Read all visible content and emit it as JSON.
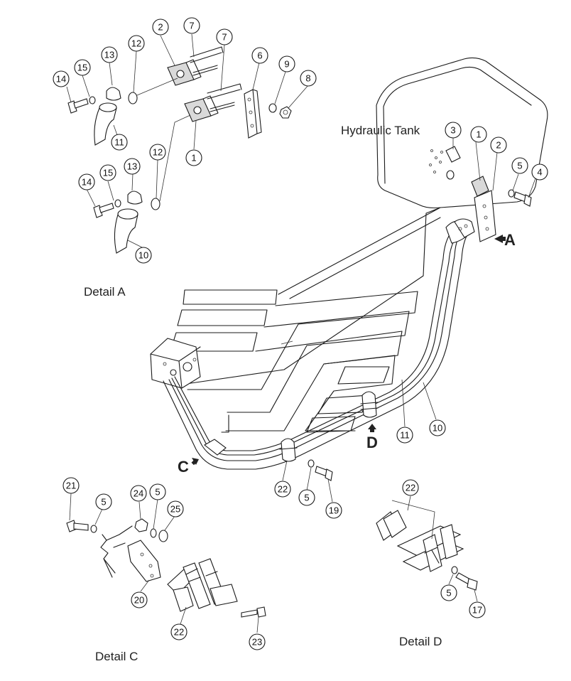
{
  "labels": {
    "hydraulic_tank": "Hydraulic Tank",
    "detail_a": "Detail A",
    "detail_c": "Detail C",
    "detail_d": "Detail D",
    "view_a": "A",
    "view_c": "C",
    "view_d": "D"
  },
  "callouts": {
    "a2": "2",
    "a7a": "7",
    "a7b": "7",
    "a13a": "13",
    "a12a": "12",
    "a15a": "15",
    "a14a": "14",
    "a6": "6",
    "a9": "9",
    "a8": "8",
    "a11": "11",
    "a12b": "12",
    "a1": "1",
    "a14b": "14",
    "a15b": "15",
    "a13b": "13",
    "a10": "10",
    "t3": "3",
    "t1": "1",
    "t2": "2",
    "t5": "5",
    "t4": "4",
    "m11": "11",
    "m10": "10",
    "m22": "22",
    "m5": "5",
    "m19": "19",
    "c21": "21",
    "c5a": "5",
    "c24": "24",
    "c5b": "5",
    "c25": "25",
    "c20": "20",
    "c22": "22",
    "c23": "23",
    "d22": "22",
    "d5": "5",
    "d17": "17"
  }
}
